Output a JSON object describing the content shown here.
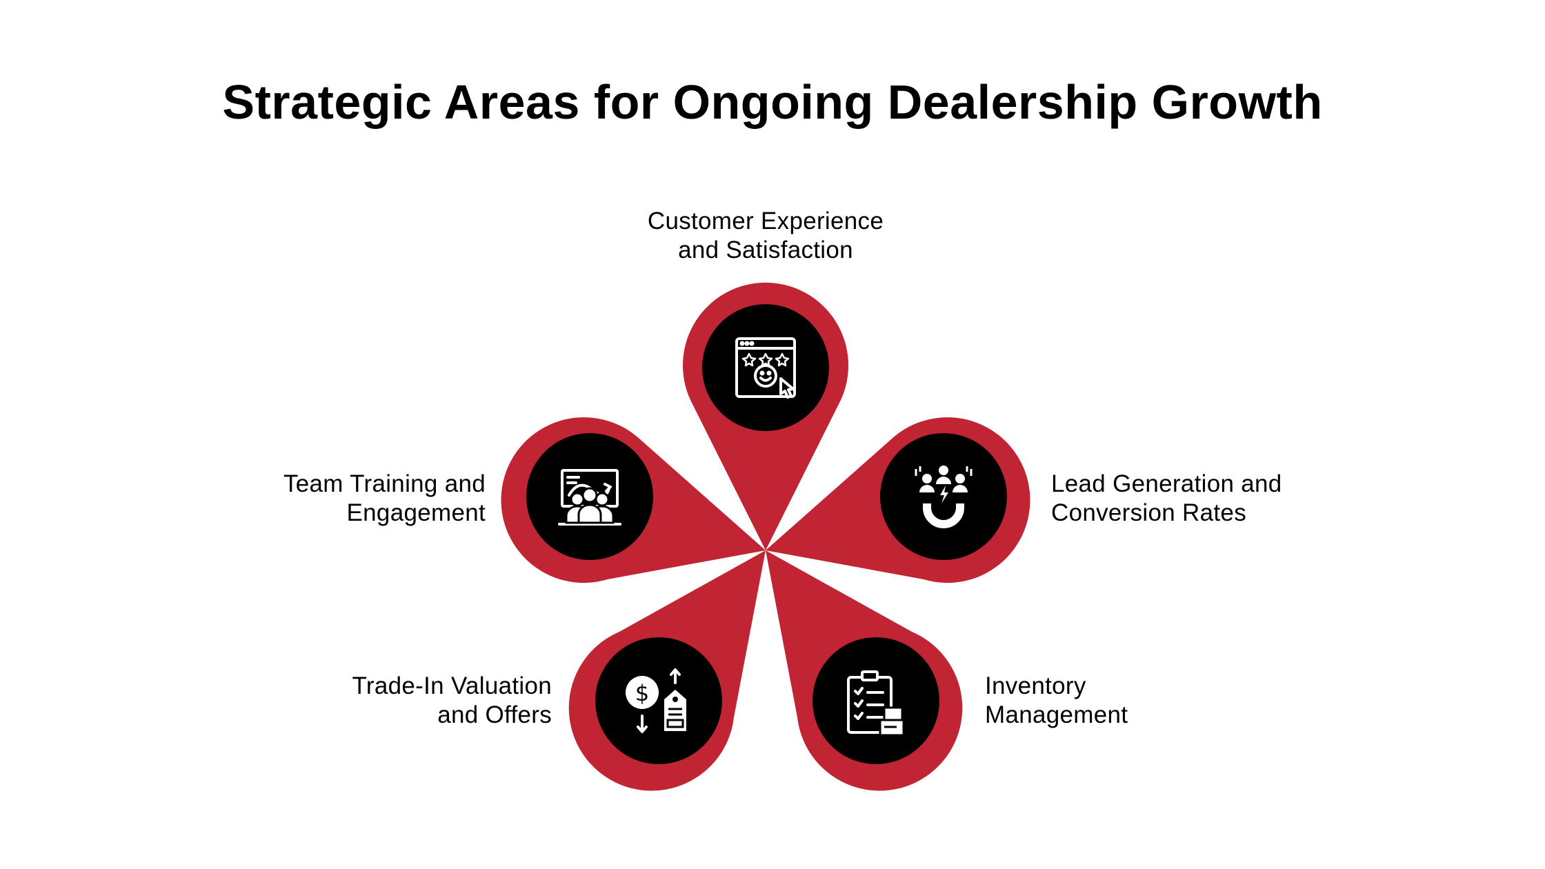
{
  "title": "Strategic Areas for Ongoing Dealership Growth",
  "colors": {
    "petal": "#c12534",
    "disc": "#000000",
    "icon": "#ffffff",
    "background": "#ffffff"
  },
  "areas": [
    {
      "lines": [
        "Customer Experience",
        "and Satisfaction"
      ],
      "icon": "customer-satisfaction-icon"
    },
    {
      "lines": [
        "Lead Generation and",
        "Conversion Rates"
      ],
      "icon": "lead-magnet-icon"
    },
    {
      "lines": [
        "Inventory",
        "Management"
      ],
      "icon": "inventory-clipboard-icon"
    },
    {
      "lines": [
        "Trade-In Valuation",
        "and Offers"
      ],
      "icon": "trade-in-price-tag-icon"
    },
    {
      "lines": [
        "Team Training and",
        "Engagement"
      ],
      "icon": "team-training-presentation-icon"
    }
  ]
}
